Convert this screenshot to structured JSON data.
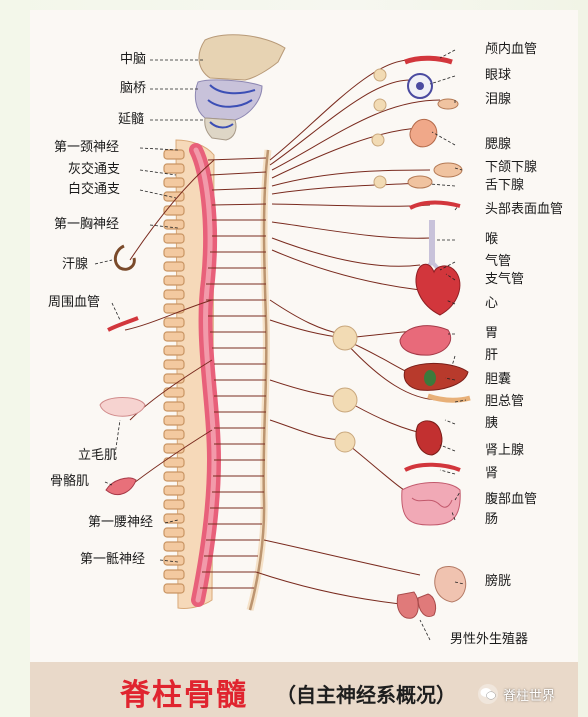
{
  "title": "脊柱骨髓",
  "subtitle": "（自主神经系概况）",
  "watermark": "脊柱世界",
  "colors": {
    "title_red": "#e0242f",
    "spinal_cord": "#e8607a",
    "vertebra": "#f2c69a",
    "nerve": "#7a2b1f",
    "organ_red": "#d2363c"
  },
  "labels_left": [
    "中脑",
    "脑桥",
    "延髓",
    "第一颈神经",
    "灰交通支",
    "白交通支",
    "第一胸神经",
    "汗腺",
    "周围血管",
    "立毛肌",
    "骨骼肌",
    "第一腰神经",
    "第一骶神经"
  ],
  "labels_right": [
    "颅内血管",
    "眼球",
    "泪腺",
    "腮腺",
    "下颌下腺",
    "舌下腺",
    "头部表面血管",
    "喉",
    "气管",
    "支气管",
    "心",
    "胃",
    "肝",
    "胆囊",
    "胆总管",
    "胰",
    "肾上腺",
    "肾",
    "腹部血管",
    "肠",
    "膀胱",
    "男性外生殖器"
  ]
}
